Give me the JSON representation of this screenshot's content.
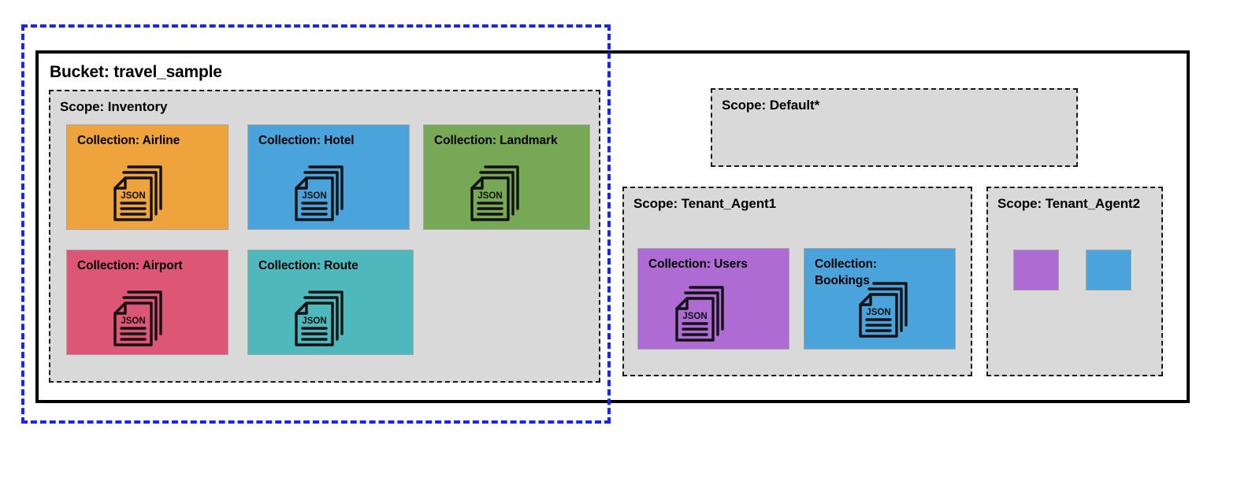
{
  "diagram": {
    "title_text": "Bucket: travel_sample",
    "highlight_color": "#1824f0",
    "bucket_border_color": "#000000",
    "scope_fill_color": "#d9d9d9",
    "scope_border_color": "#1a1a1a"
  },
  "bucket": {
    "label": "Bucket: travel_sample",
    "name": "travel_sample"
  },
  "scopes": [
    {
      "id": "inventory",
      "label": "Scope: Inventory",
      "name": "Inventory",
      "collections": [
        {
          "label": "Collection: Airline",
          "name": "Airline",
          "color": "#efa33c",
          "icon": "json-documents-icon"
        },
        {
          "label": "Collection: Hotel",
          "name": "Hotel",
          "color": "#4ba3dc",
          "icon": "json-documents-icon"
        },
        {
          "label": "Collection: Landmark",
          "name": "Landmark",
          "color": "#76a855",
          "icon": "json-documents-icon"
        },
        {
          "label": "Collection: Airport",
          "name": "Airport",
          "color": "#de5675",
          "icon": "json-documents-icon"
        },
        {
          "label": "Collection: Route",
          "name": "Route",
          "color": "#4fb8bc",
          "icon": "json-documents-icon"
        }
      ]
    },
    {
      "id": "default",
      "label": "Scope: Default*",
      "name": "Default*",
      "collections": []
    },
    {
      "id": "tenant_agent1",
      "label": "Scope: Tenant_Agent1",
      "name": "Tenant_Agent1",
      "collections": [
        {
          "label": "Collection: Users",
          "name": "Users",
          "color": "#ae6bd4",
          "icon": "json-documents-icon"
        },
        {
          "label": "Collection: Bookings",
          "name": "Bookings",
          "color": "#4ba3dc",
          "icon": "json-documents-icon"
        }
      ]
    },
    {
      "id": "tenant_agent2",
      "label": "Scope: Tenant_Agent2",
      "name": "Tenant_Agent2",
      "collections": [
        {
          "label": "",
          "name": "unlabeled-purple",
          "color": "#ae6bd4",
          "icon": ""
        },
        {
          "label": "",
          "name": "unlabeled-blue",
          "color": "#4ba3dc",
          "icon": ""
        }
      ]
    }
  ],
  "icon_text": {
    "json_label": "JSON"
  }
}
